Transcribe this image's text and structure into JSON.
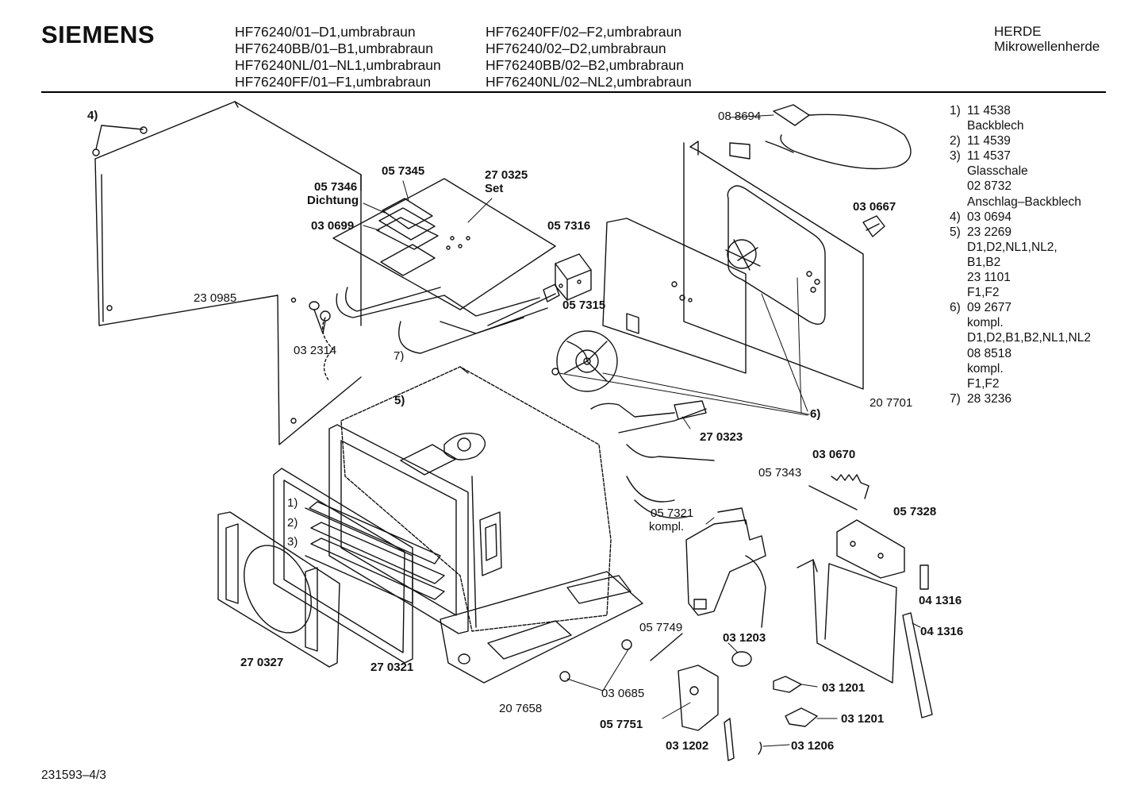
{
  "header": {
    "brand": "SIEMENS",
    "models_col1": [
      "HF76240/01–D1,umbrabraun",
      "HF76240BB/01–B1,umbrabraun",
      "HF76240NL/01–NL1,umbrabraun",
      "HF76240FF/01–F1,umbrabraun"
    ],
    "models_col2": [
      "HF76240FF/02–F2,umbrabraun",
      "HF76240/02–D2,umbrabraun",
      "HF76240BB/02–B2,umbrabraun",
      "HF76240NL/02–NL2,umbrabraun"
    ],
    "category": "HERDE",
    "subcategory": "Mikrowellenherde"
  },
  "legend": [
    {
      "n": "1)",
      "t": "11 4538"
    },
    {
      "n": "",
      "t": "Backblech"
    },
    {
      "n": "2)",
      "t": "11 4539"
    },
    {
      "n": "3)",
      "t": "11 4537"
    },
    {
      "n": "",
      "t": "Glasschale"
    },
    {
      "n": "",
      "t": "02 8732"
    },
    {
      "n": "",
      "t": "Anschlag–Backblech"
    },
    {
      "n": "4)",
      "t": "03 0694"
    },
    {
      "n": "5)",
      "t": "23 2269"
    },
    {
      "n": "",
      "t": "D1,D2,NL1,NL2,"
    },
    {
      "n": "",
      "t": "B1,B2"
    },
    {
      "n": "",
      "t": "23 1101"
    },
    {
      "n": "",
      "t": "F1,F2"
    },
    {
      "n": "6)",
      "t": "09 2677"
    },
    {
      "n": "",
      "t": "kompl."
    },
    {
      "n": "",
      "t": "D1,D2,B1,B2,NL1,NL2"
    },
    {
      "n": "",
      "t": "08 8518"
    },
    {
      "n": "",
      "t": "kompl."
    },
    {
      "n": "",
      "t": "F1,F2"
    },
    {
      "n": "7)",
      "t": "28 3236"
    }
  ],
  "labels": {
    "l4": "4)",
    "l230985": "23 0985",
    "l057346": "05 7346",
    "ldichtung": "Dichtung",
    "l057345": "05 7345",
    "l270325": "27 0325",
    "lset": "Set",
    "l030699": "03 0699",
    "l057316": "05 7316",
    "l057315": "05 7315",
    "l032314": "03 2314",
    "l7": "7)",
    "l088694": "08 8694",
    "l030667": "03 0667",
    "l207701": "20 7701",
    "l6": "6)",
    "l5": "5)",
    "l270323": "27 0323",
    "l030670": "03 0670",
    "l057343": "05 7343",
    "l057321": "05 7321",
    "lkompl": "kompl.",
    "l057328": "05 7328",
    "l1": "1)",
    "l2": "2)",
    "l3": "3)",
    "l041316a": "04 1316",
    "l041316b": "04 1316",
    "l270327": "27 0327",
    "l270321": "27 0321",
    "l057749": "05 7749",
    "l031203": "03 1203",
    "l031201a": "03 1201",
    "l031201b": "03 1201",
    "l030685": "03 0685",
    "l207658": "20 7658",
    "l057751": "05 7751",
    "l031202": "03 1202",
    "l031206": "03 1206"
  },
  "footer": {
    "code": "231593–4/3"
  }
}
